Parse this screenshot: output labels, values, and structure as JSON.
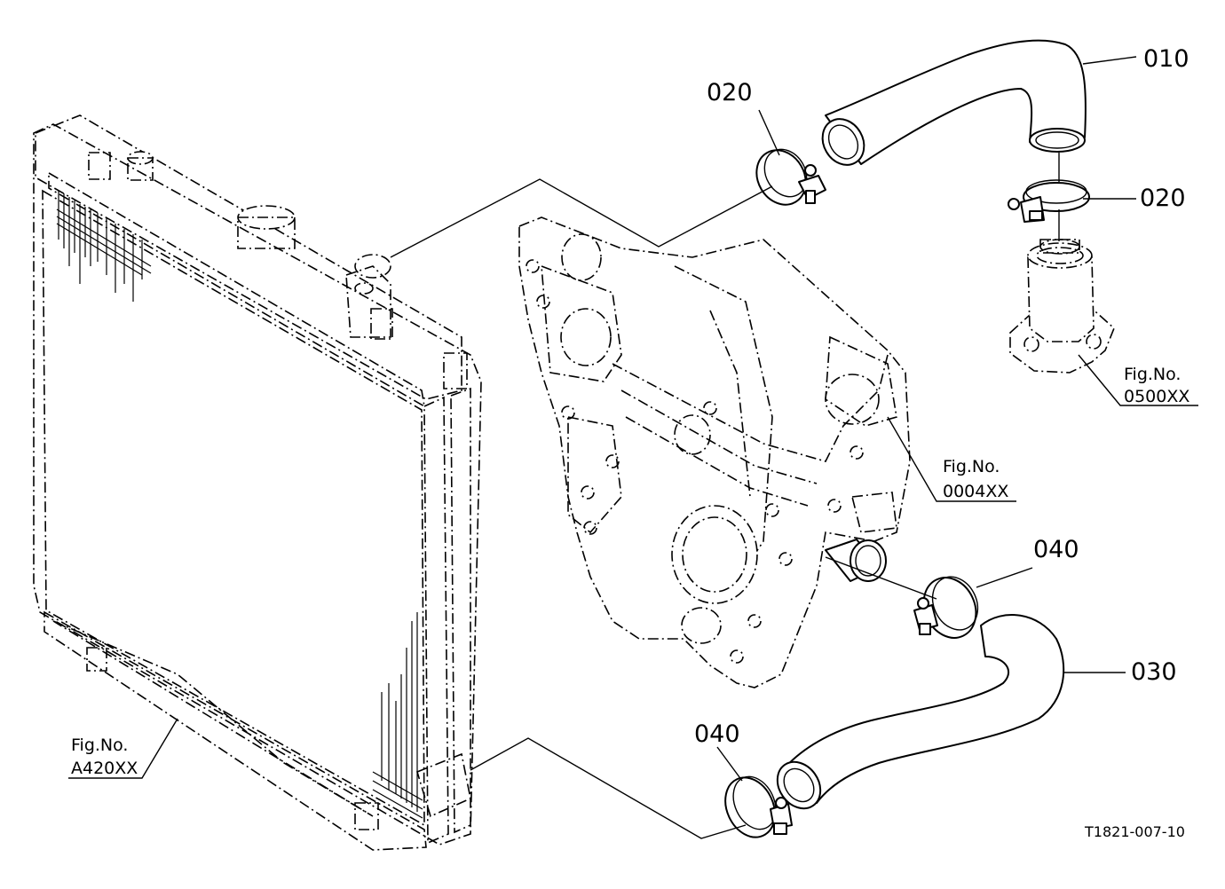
{
  "diagram": {
    "callouts": {
      "hose_upper": "010",
      "clamp_upper_left": "020",
      "clamp_upper_right": "020",
      "hose_lower": "030",
      "clamp_lower_right": "040",
      "clamp_lower_left": "040"
    },
    "references": {
      "thermostat": {
        "line1": "Fig.No.",
        "line2": "0500XX"
      },
      "gear_case": {
        "line1": "Fig.No.",
        "line2": "0004XX"
      },
      "radiator": {
        "line1": "Fig.No.",
        "line2": "A420XX"
      }
    },
    "drawing_code": "T1821-007-10"
  }
}
